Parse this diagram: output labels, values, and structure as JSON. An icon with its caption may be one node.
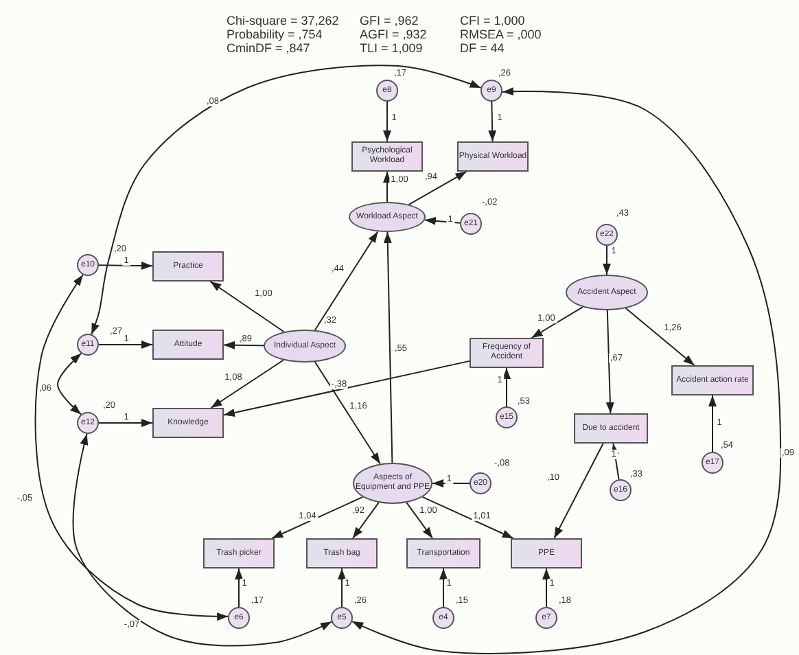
{
  "diagram": {
    "nodes": [
      {
        "text": [
          "e8"
        ],
        "beside": [
          ",17"
        ]
      },
      {
        "text": [
          "e9"
        ],
        "beside": [
          ",26"
        ]
      },
      {
        "text": [
          "Psychological Workload"
        ]
      },
      {
        "text": [
          "Physical Workload"
        ]
      },
      {
        "text": [
          "Workload Aspect"
        ]
      },
      {
        "text": [
          "e21"
        ],
        "beside": [
          "-,02"
        ]
      },
      {
        "text": [
          "e22"
        ],
        "beside": [
          ",43"
        ]
      },
      {
        "text": [
          "Accident Aspect"
        ]
      },
      {
        "text": [
          "e10"
        ],
        "beside": [
          ",20"
        ]
      },
      {
        "text": [
          "Practice"
        ]
      },
      {
        "text": [
          "e11"
        ],
        "beside": [
          ",27"
        ]
      },
      {
        "text": [
          "Attitude"
        ]
      },
      {
        "text": [
          "Individual Aspect"
        ],
        "beside": [
          ",32"
        ]
      },
      {
        "text": [
          "e12"
        ],
        "beside": [
          ",20"
        ]
      },
      {
        "text": [
          "Knowledge"
        ]
      },
      {
        "text": [
          "Frequency of Accident"
        ]
      },
      {
        "text": [
          "Accident action rate"
        ]
      },
      {
        "text": [
          "e15"
        ],
        "beside": [
          ",53"
        ]
      },
      {
        "text": [
          "Due to accident"
        ]
      },
      {
        "text": [
          "e16"
        ],
        "beside": [
          ",33"
        ]
      },
      {
        "text": [
          "e17"
        ],
        "beside": [
          ",54"
        ]
      },
      {
        "text": [
          "Aspects of Equipment and PPE"
        ]
      },
      {
        "text": [
          "e20"
        ],
        "beside": [
          "-,08"
        ]
      },
      {
        "text": [
          "Trash picker"
        ]
      },
      {
        "text": [
          "Trash bag"
        ]
      },
      {
        "text": [
          "Transportation"
        ]
      },
      {
        "text": [
          "PPE"
        ]
      },
      {
        "text": [
          "e6"
        ],
        "beside": [
          ",17"
        ]
      },
      {
        "text": [
          "e5"
        ],
        "beside": [
          ",26"
        ]
      },
      {
        "text": [
          "e4"
        ],
        "beside": [
          ",15"
        ]
      },
      {
        "text": [
          "e7"
        ],
        "beside": [
          ",18"
        ]
      }
    ],
    "edges": [
      {
        "from": 0,
        "to": 2,
        "arrow": "to",
        "label": "1"
      },
      {
        "from": 1,
        "to": 3,
        "arrow": "to",
        "label": "1"
      },
      {
        "from": 4,
        "to": 2,
        "arrow": "to",
        "label": "1,00"
      },
      {
        "from": 4,
        "to": 3,
        "arrow": "to",
        "label": ",94"
      },
      {
        "from": 5,
        "to": 4,
        "arrow": "to",
        "label": "1"
      },
      {
        "from": 6,
        "to": 7,
        "arrow": "to",
        "label": "1"
      },
      {
        "from": 12,
        "to": 4,
        "arrow": "to",
        "label": ",44"
      },
      {
        "from": 12,
        "to": 9,
        "arrow": "to",
        "label": "1,00"
      },
      {
        "from": 12,
        "to": 11,
        "arrow": "to",
        "label": ",89"
      },
      {
        "from": 12,
        "to": 14,
        "arrow": "to",
        "label": "1,08"
      },
      {
        "from": 8,
        "to": 9,
        "arrow": "to",
        "label": "1"
      },
      {
        "from": 10,
        "to": 11,
        "arrow": "to",
        "label": "1"
      },
      {
        "from": 13,
        "to": 14,
        "arrow": "to",
        "label": "1"
      },
      {
        "from": 15,
        "to": 14,
        "arrow": "to",
        "label": "-,38"
      },
      {
        "from": 12,
        "to": 21,
        "arrow": "to",
        "label": "1,16"
      },
      {
        "from": 21,
        "to": 4,
        "arrow": "to",
        "label": ",55"
      },
      {
        "from": 7,
        "to": 15,
        "arrow": "to",
        "label": "1,00"
      },
      {
        "from": 7,
        "to": 18,
        "arrow": "to",
        "label": ",67"
      },
      {
        "from": 7,
        "to": 16,
        "arrow": "to",
        "label": "1,26"
      },
      {
        "from": 17,
        "to": 15,
        "arrow": "to",
        "label": "1"
      },
      {
        "from": 19,
        "to": 18,
        "arrow": "to",
        "label": "1"
      },
      {
        "from": 20,
        "to": 16,
        "arrow": "to",
        "label": "1"
      },
      {
        "from": 18,
        "to": 26,
        "arrow": "to",
        "label": ",10"
      },
      {
        "from": 22,
        "to": 21,
        "arrow": "to",
        "label": "1"
      },
      {
        "from": 21,
        "to": 23,
        "arrow": "to",
        "label": "1,04"
      },
      {
        "from": 21,
        "to": 24,
        "arrow": "to",
        "label": ",92"
      },
      {
        "from": 21,
        "to": 25,
        "arrow": "to",
        "label": "1,00"
      },
      {
        "from": 21,
        "to": 26,
        "arrow": "to",
        "label": "1,01"
      },
      {
        "from": 27,
        "to": 23,
        "arrow": "to",
        "label": "1"
      },
      {
        "from": 28,
        "to": 24,
        "arrow": "to",
        "label": "1"
      },
      {
        "from": 29,
        "to": 25,
        "arrow": "to",
        "label": "1"
      },
      {
        "from": 30,
        "to": 26,
        "arrow": "to",
        "label": "1"
      },
      {
        "from": 10,
        "to": 1,
        "arrow": "both",
        "label": ",08"
      },
      {
        "from": 10,
        "to": 13,
        "arrow": "both",
        "label": ",06"
      },
      {
        "from": 8,
        "to": 27,
        "arrow": "both",
        "label": "-,05"
      },
      {
        "from": 13,
        "to": 28,
        "arrow": "both",
        "label": "-,07"
      },
      {
        "from": 1,
        "to": 28,
        "arrow": "both",
        "label": ",09"
      }
    ],
    "labels": [
      "Chi-square = 37,262",
      "GFI = ,962",
      "CFI = 1,000",
      "Probability = ,754",
      "AGFI = ,932",
      "RMSEA = ,000",
      "CminDF = ,847",
      "TLI = 1,009",
      "DF = 44"
    ]
  }
}
